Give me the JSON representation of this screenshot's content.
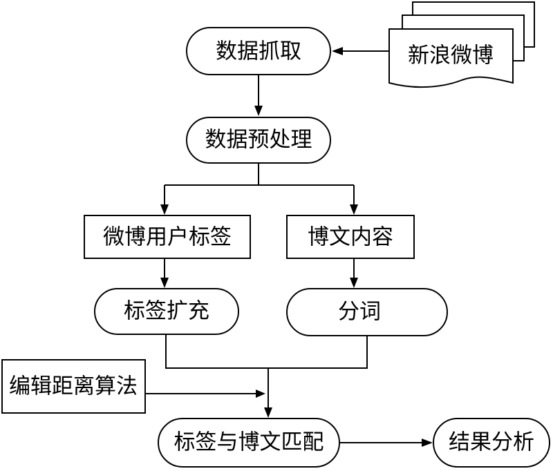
{
  "diagram": {
    "source": "新浪微博",
    "crawl": "数据抓取",
    "preprocess": "数据预处理",
    "user_tags": "微博用户标签",
    "weibo_content": "博文内容",
    "tag_expand": "标签扩充",
    "segment": "分词",
    "edit_distance": "编辑距离算法",
    "match": "标签与博文匹配",
    "result": "结果分析"
  }
}
